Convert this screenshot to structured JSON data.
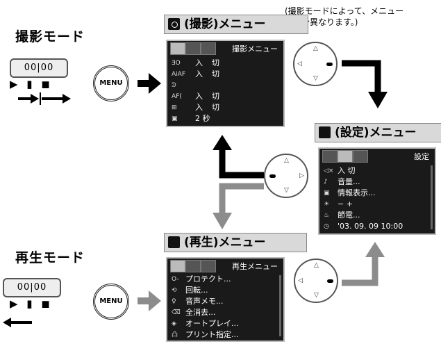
{
  "note": {
    "line1": "(撮影モードによって、メニュー",
    "line2": "が多少異なります。)"
  },
  "modes": {
    "shoot": {
      "title": "撮影モード",
      "switch": "00|00"
    },
    "play": {
      "title": "再生モード",
      "switch": "00|00"
    }
  },
  "menu_button": "MENU",
  "menus": {
    "shoot": {
      "title": "(撮影)メニュー",
      "screen_title": "撮影メニュー",
      "rows": [
        {
          "icon": "ƎO",
          "v1": "入",
          "v2": "切"
        },
        {
          "icon": "AiAF",
          "v1": "入",
          "v2": "切"
        },
        {
          "icon": "ᕲ",
          "v1": "",
          "v2": ""
        },
        {
          "icon": "AF(",
          "v1": "入",
          "v2": "切"
        },
        {
          "icon": "⊞",
          "v1": "入",
          "v2": "切"
        },
        {
          "icon": "▣",
          "v1": "2 秒",
          "v2": ""
        }
      ]
    },
    "setup": {
      "title": "(設定)メニュー",
      "screen_title": "設定",
      "rows": [
        {
          "icon": "◁×",
          "text": "入  切"
        },
        {
          "icon": "♪",
          "text": "音量..."
        },
        {
          "icon": "▣",
          "text": "情報表示..."
        },
        {
          "icon": "☀",
          "text": "−           +"
        },
        {
          "icon": "♨",
          "text": "節電..."
        },
        {
          "icon": "◷",
          "text": "'03. 09. 09 10:00"
        }
      ]
    },
    "play": {
      "title": "(再生)メニュー",
      "screen_title": "再生メニュー",
      "rows": [
        {
          "icon": "O-",
          "text": "プロテクト..."
        },
        {
          "icon": "⟲",
          "text": "回転..."
        },
        {
          "icon": "♀",
          "text": "音声メモ..."
        },
        {
          "icon": "⌫",
          "text": "全消去..."
        },
        {
          "icon": "◈",
          "text": "オートプレイ..."
        },
        {
          "icon": "凸",
          "text": "プリント指定..."
        }
      ]
    }
  },
  "colors": {
    "arrow_black": "#000000",
    "arrow_gray": "#8c8c8c",
    "screen_bg": "#1a1a1a"
  }
}
